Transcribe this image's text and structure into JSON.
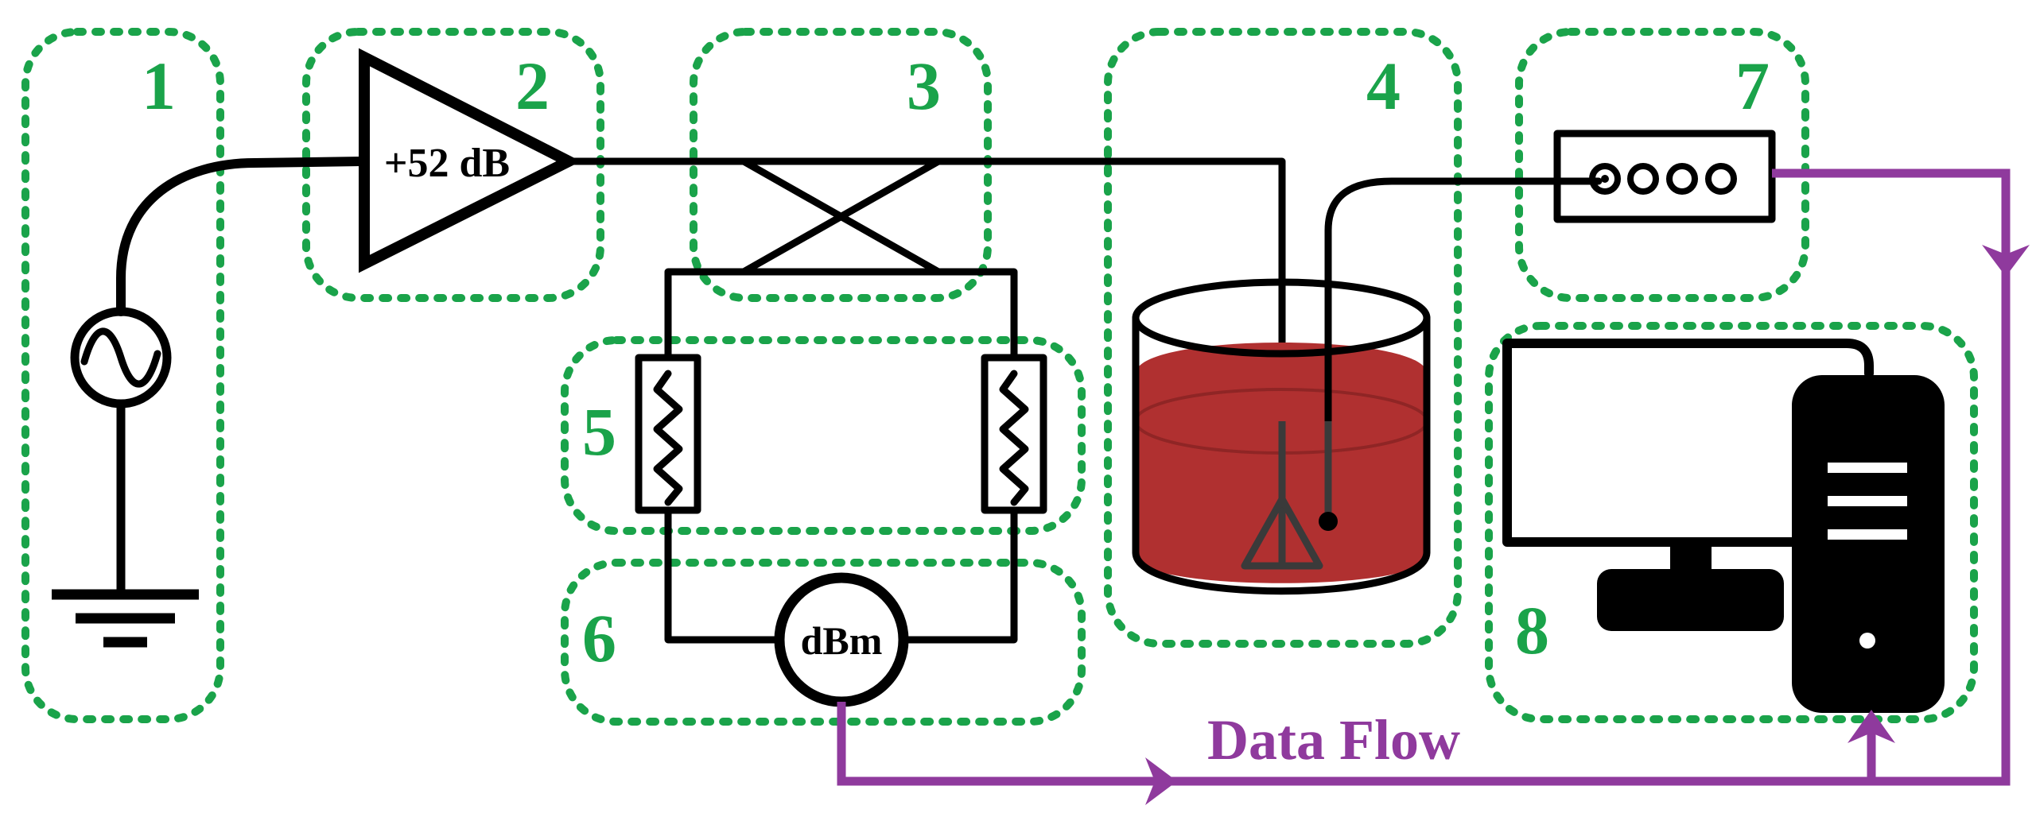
{
  "diagram": {
    "modules": [
      {
        "id": "1",
        "label": "1"
      },
      {
        "id": "2",
        "label": "2"
      },
      {
        "id": "3",
        "label": "3"
      },
      {
        "id": "4",
        "label": "4"
      },
      {
        "id": "5",
        "label": "5"
      },
      {
        "id": "6",
        "label": "6"
      },
      {
        "id": "7",
        "label": "7"
      },
      {
        "id": "8",
        "label": "8"
      }
    ],
    "amplifier_gain": "+52 dB",
    "power_meter_label": "dBm",
    "data_flow_label": "Data Flow",
    "colors": {
      "module_border": "#1aa34a",
      "data_flow": "#8f3a9d",
      "liquid": "#b03030",
      "wiring": "#000000"
    },
    "icons": [
      "ac-source-icon",
      "ground-icon",
      "amplifier-icon",
      "directional-coupler-icon",
      "attenuator-icon",
      "power-meter-icon",
      "beaker-icon",
      "probe-icon",
      "thermometer-icon",
      "data-logger-icon",
      "monitor-icon",
      "keyboard-icon",
      "computer-tower-icon"
    ]
  }
}
